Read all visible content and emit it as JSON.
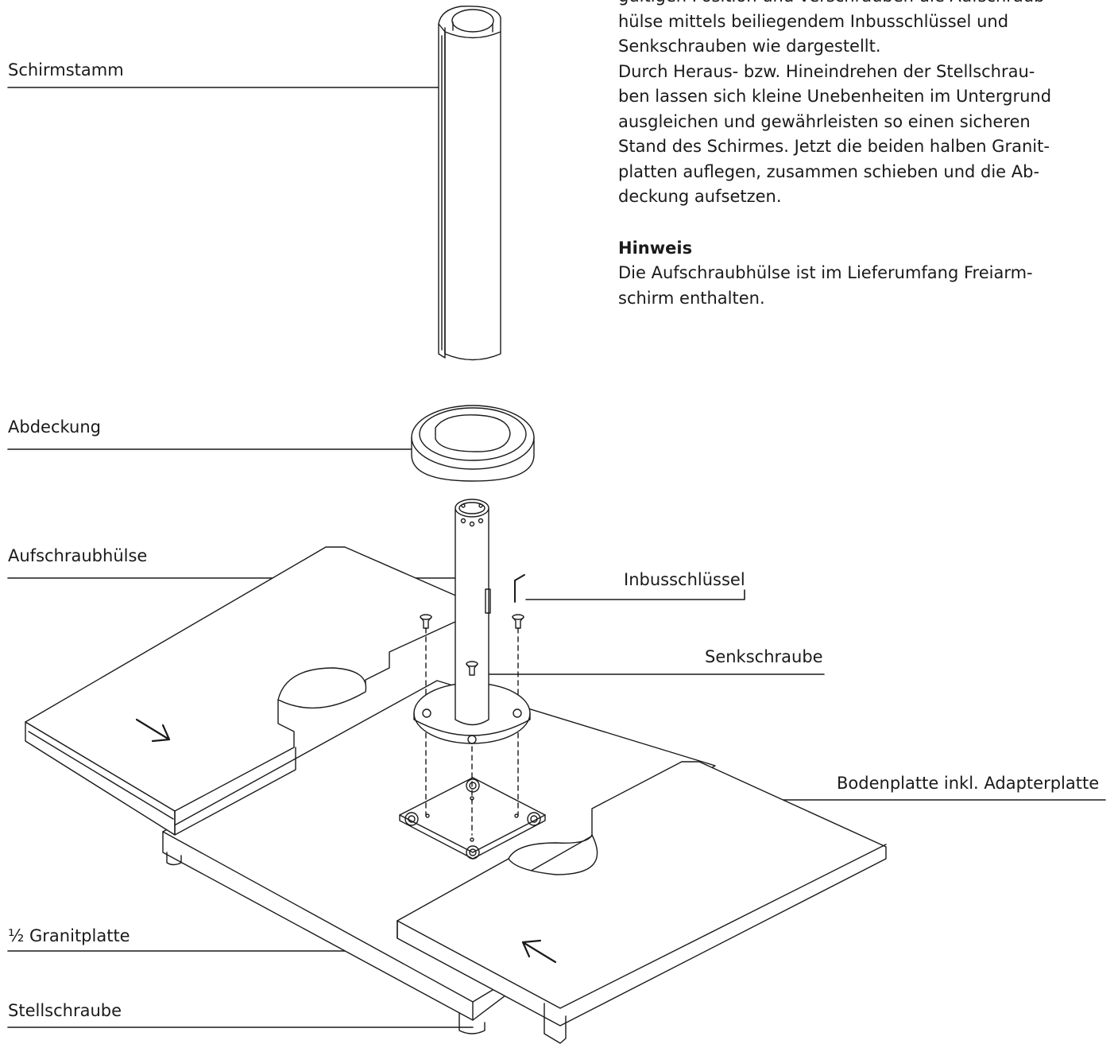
{
  "instructions": {
    "lines": [
      "gültigen Position und verschrauben die Aufschraub-",
      "hülse mittels beiliegendem Inbusschlüssel und",
      "Senkschrauben wie dargestellt.",
      "Durch Heraus- bzw. Hineindrehen der Stellschrau-",
      "ben lassen sich kleine Unebenheiten im Untergrund",
      "ausgleichen und gewährleisten so einen sicheren",
      "Stand des Schirmes. Jetzt die beiden halben Granit-",
      "platten auflegen, zusammen schieben und die Ab-",
      "deckung aufsetzen."
    ]
  },
  "note": {
    "title": "Hinweis",
    "lines": [
      "Die Aufschraubhülse ist im Lieferumfang Freiarm-",
      "schirm enthalten."
    ]
  },
  "labels": {
    "schirmstamm": "Schirmstamm",
    "abdeckung": "Abdeckung",
    "aufschraubhuelse": "Aufschraubhülse",
    "inbusschluessel": "Inbusschlüssel",
    "senkschraube": "Senkschraube",
    "bodenplatte": "Bodenplatte inkl. Adapterplatte",
    "granitplatte": "½ Granitplatte",
    "stellschraube": "Stellschraube"
  }
}
